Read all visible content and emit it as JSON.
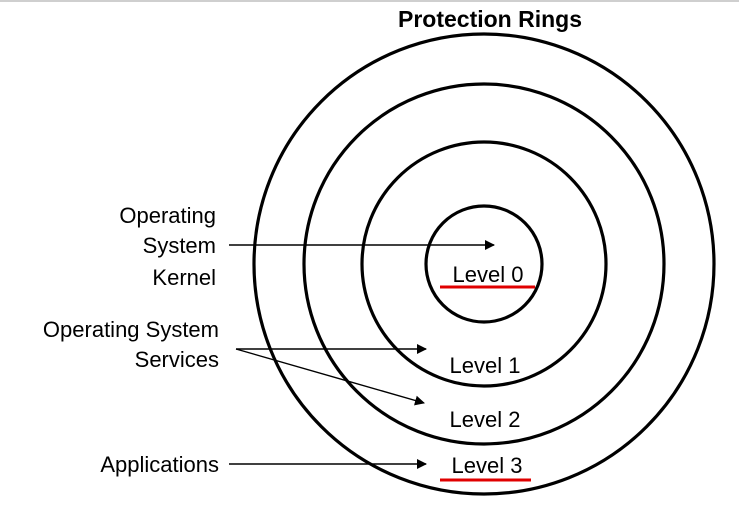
{
  "title": "Protection Rings",
  "levels": [
    "Level 0",
    "Level 1",
    "Level 2",
    "Level 3"
  ],
  "labels": {
    "kernel": [
      "Operating",
      "System",
      "Kernel"
    ],
    "services": [
      "Operating System",
      "Services"
    ],
    "applications": "Applications"
  },
  "colors": {
    "stroke": "#000000",
    "highlight": "#e00000",
    "background": "#ffffff"
  }
}
